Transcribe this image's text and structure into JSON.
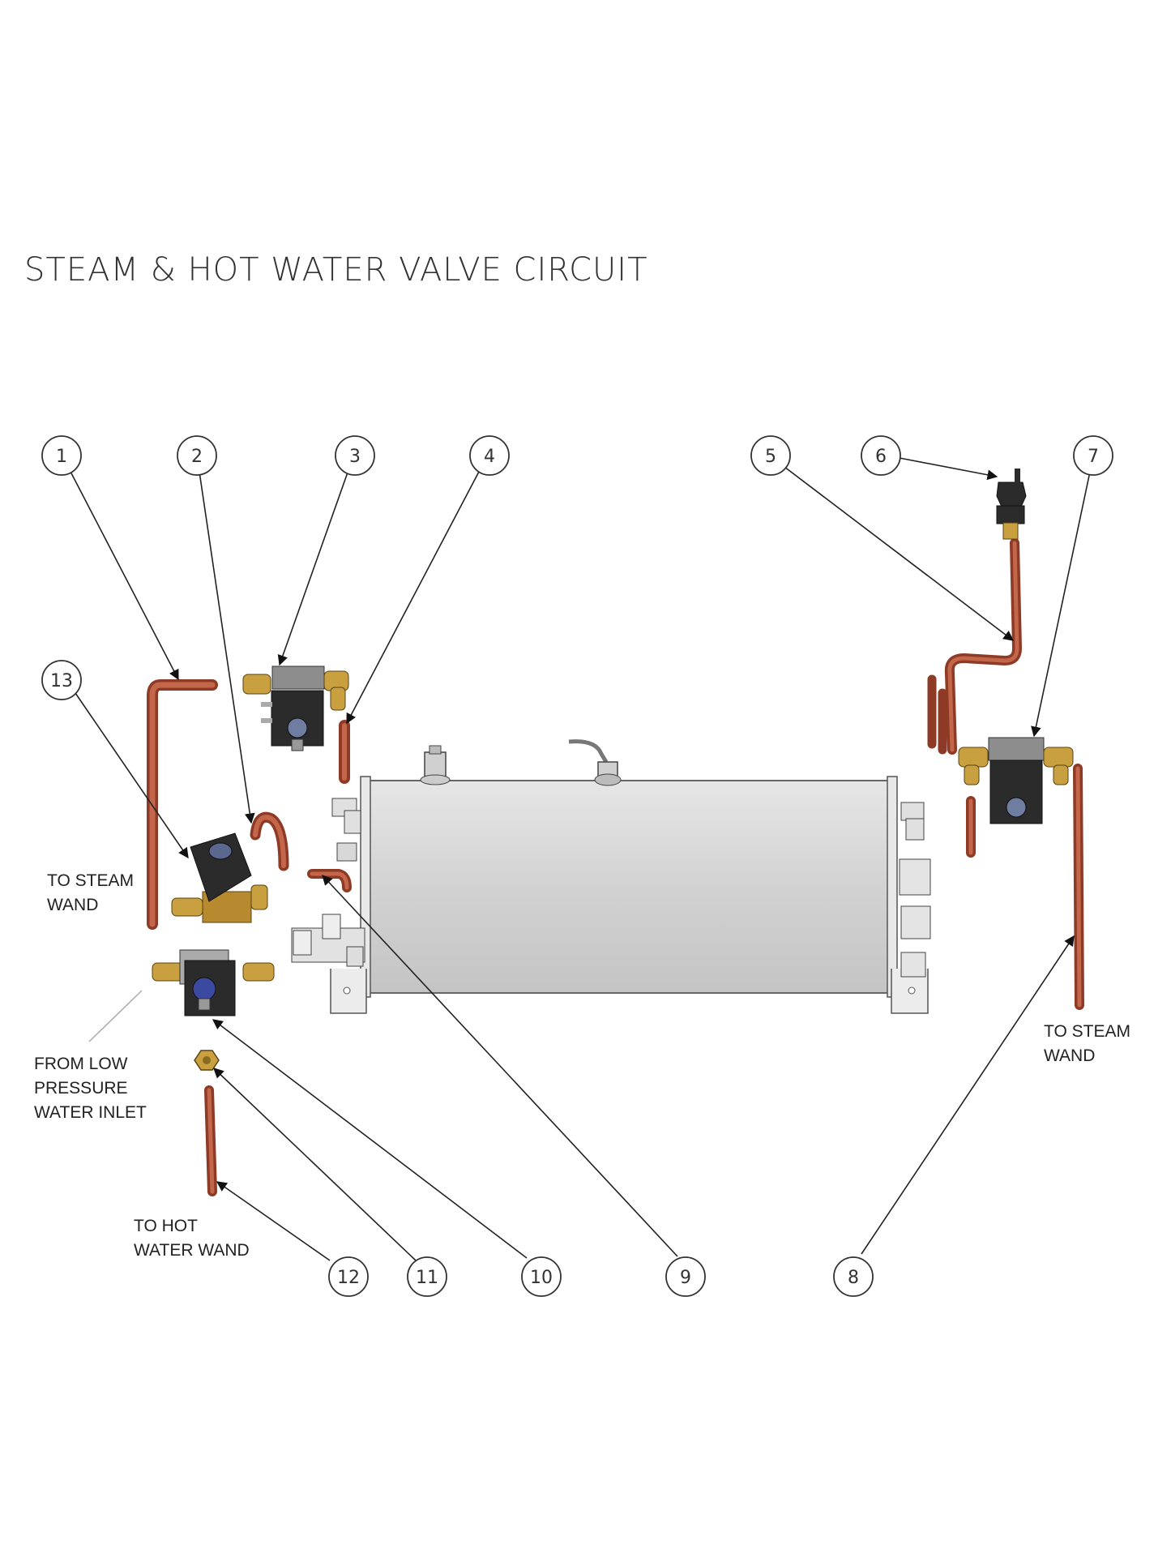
{
  "title": "STEAM & HOT WATER VALVE CIRCUIT",
  "callouts": [
    {
      "label": "1"
    },
    {
      "label": "2"
    },
    {
      "label": "3"
    },
    {
      "label": "4"
    },
    {
      "label": "5"
    },
    {
      "label": "6"
    },
    {
      "label": "7"
    },
    {
      "label": "8"
    },
    {
      "label": "9"
    },
    {
      "label": "10"
    },
    {
      "label": "11"
    },
    {
      "label": "12"
    },
    {
      "label": "13"
    }
  ],
  "notes": {
    "to_steam_wand_left_1": "TO STEAM",
    "to_steam_wand_left_2": "WAND",
    "from_low_pressure_1": "FROM LOW",
    "from_low_pressure_2": "PRESSURE",
    "from_low_pressure_3": "WATER INLET",
    "to_hot_water_wand_1": "TO HOT",
    "to_hot_water_wand_2": "WATER WAND",
    "to_steam_wand_right_1": "TO STEAM",
    "to_steam_wand_right_2": "WAND"
  },
  "colors": {
    "copper": "#b5553a",
    "brass": "#c9a040",
    "coil": "#2b2b2b",
    "boiler": "#d8d8d8",
    "steel": "#c8c8c8"
  }
}
